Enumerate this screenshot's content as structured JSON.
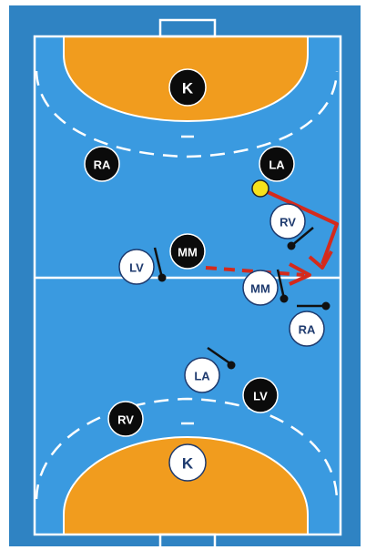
{
  "colors": {
    "outer": "#2f83c3",
    "court": "#3a9ae0",
    "goal_area": "#f19c1e",
    "line": "#ffffff",
    "dark_player_fill": "#0b0b0b",
    "light_player_fill": "#ffffff",
    "dark_player_text": "#ffffff",
    "light_player_text": "#1e3a6e",
    "arrow": "#d42a1c",
    "ball": "#f7e21b",
    "ball_outline": "#222222",
    "stick": "#111111"
  },
  "players": {
    "top_keeper": "K",
    "top_ra": "RA",
    "top_la": "LA",
    "top_mm": "MM",
    "top_lv": "LV",
    "top_rv": "RV",
    "top_mm2": "MM",
    "top_ra2": "RA",
    "bottom_la": "LA",
    "bottom_lv": "LV",
    "bottom_rv": "RV",
    "bottom_keeper": "K"
  }
}
